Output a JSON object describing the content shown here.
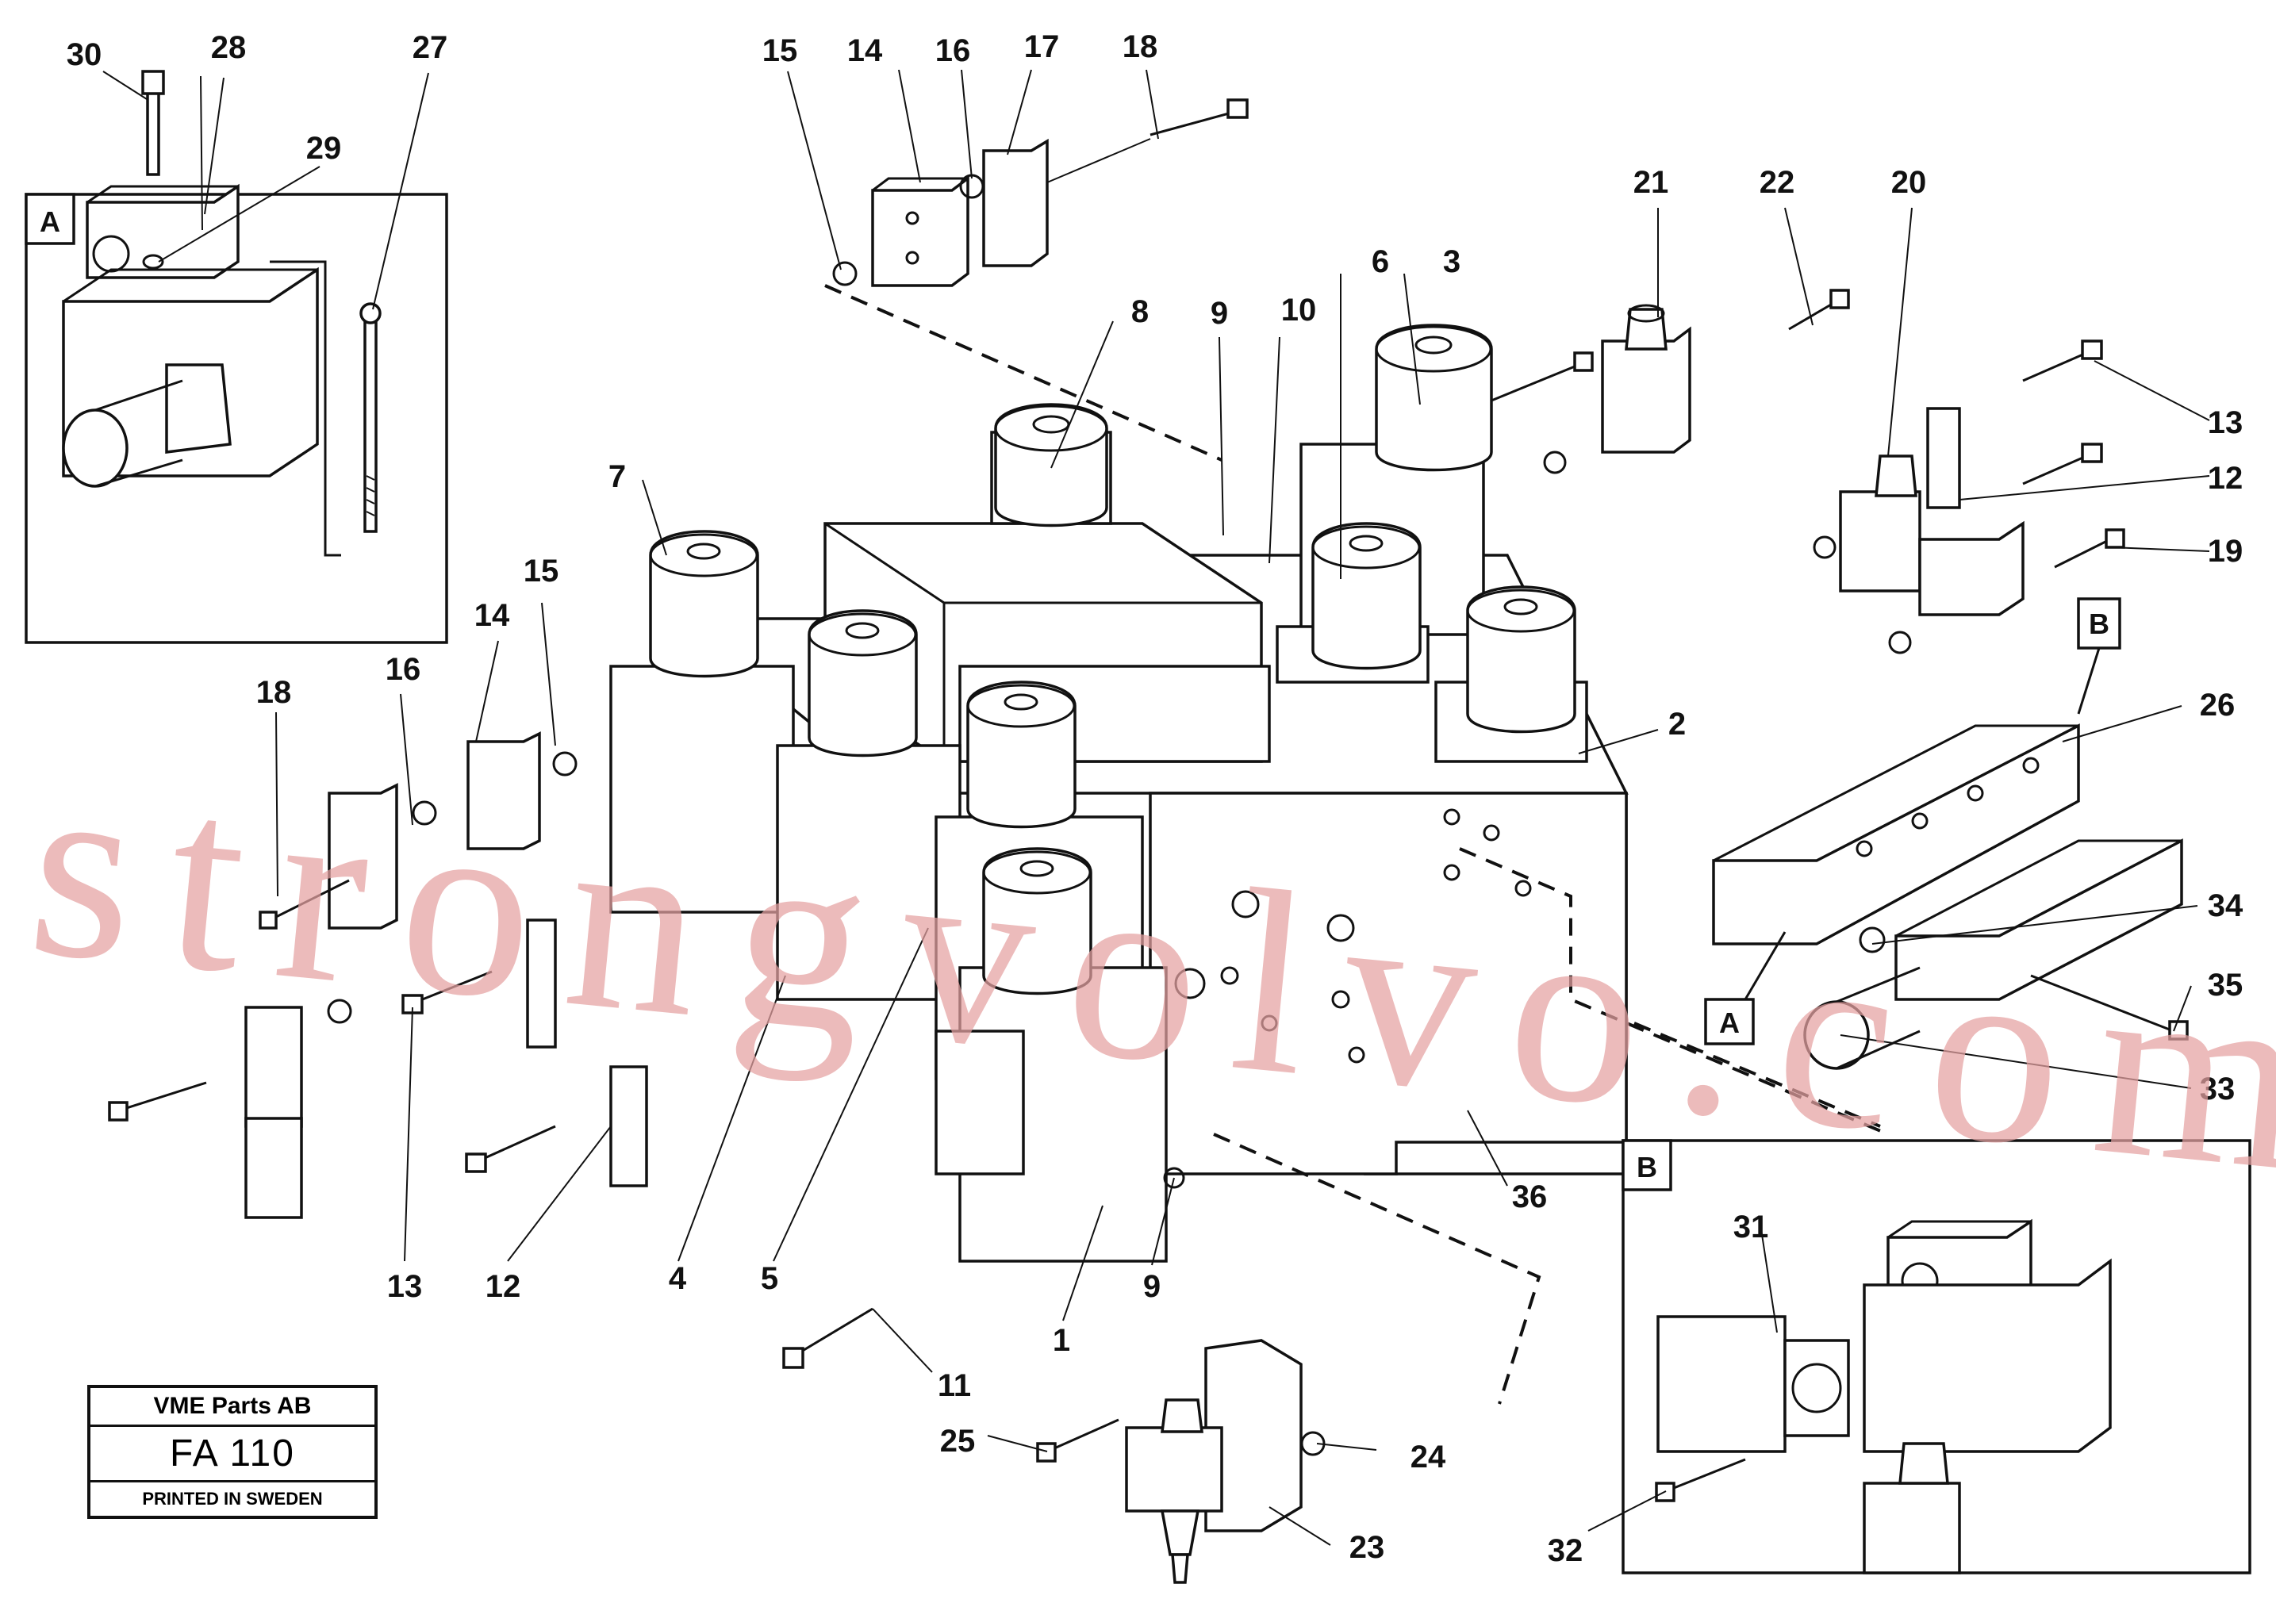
{
  "title_block": {
    "company": "VME Parts AB",
    "code": "FA 110",
    "printed": "PRINTED IN SWEDEN"
  },
  "watermark": "strongvolvo.com",
  "insets": {
    "a_letter": "A",
    "b_letter": "B",
    "callout_a": "A",
    "callout_b": "B"
  },
  "part_labels": [
    {
      "id": "30a",
      "text": "30"
    },
    {
      "id": "28a",
      "text": "28"
    },
    {
      "id": "29a",
      "text": "29"
    },
    {
      "id": "27a",
      "text": "27"
    },
    {
      "id": "15a",
      "text": "15"
    },
    {
      "id": "14a",
      "text": "14"
    },
    {
      "id": "16a",
      "text": "16"
    },
    {
      "id": "17a",
      "text": "17"
    },
    {
      "id": "18a",
      "text": "18"
    },
    {
      "id": "8a",
      "text": "8"
    },
    {
      "id": "9a",
      "text": "9"
    },
    {
      "id": "10a",
      "text": "10"
    },
    {
      "id": "6a",
      "text": "6"
    },
    {
      "id": "3a",
      "text": "3"
    },
    {
      "id": "21a",
      "text": "21"
    },
    {
      "id": "22a",
      "text": "22"
    },
    {
      "id": "20a",
      "text": "20"
    },
    {
      "id": "13a",
      "text": "13"
    },
    {
      "id": "12a",
      "text": "12"
    },
    {
      "id": "19a",
      "text": "19"
    },
    {
      "id": "7a",
      "text": "7"
    },
    {
      "id": "15b",
      "text": "15"
    },
    {
      "id": "14b",
      "text": "14"
    },
    {
      "id": "16b",
      "text": "16"
    },
    {
      "id": "18b",
      "text": "18"
    },
    {
      "id": "2a",
      "text": "2"
    },
    {
      "id": "26a",
      "text": "26"
    },
    {
      "id": "34a",
      "text": "34"
    },
    {
      "id": "35a",
      "text": "35"
    },
    {
      "id": "33a",
      "text": "33"
    },
    {
      "id": "36a",
      "text": "36"
    },
    {
      "id": "13b",
      "text": "13"
    },
    {
      "id": "12b",
      "text": "12"
    },
    {
      "id": "4a",
      "text": "4"
    },
    {
      "id": "5a",
      "text": "5"
    },
    {
      "id": "1a",
      "text": "1"
    },
    {
      "id": "9b",
      "text": "9"
    },
    {
      "id": "11a",
      "text": "11"
    },
    {
      "id": "25a",
      "text": "25"
    },
    {
      "id": "24a",
      "text": "24"
    },
    {
      "id": "23a",
      "text": "23"
    },
    {
      "id": "31a",
      "text": "31"
    },
    {
      "id": "32a",
      "text": "32"
    }
  ]
}
